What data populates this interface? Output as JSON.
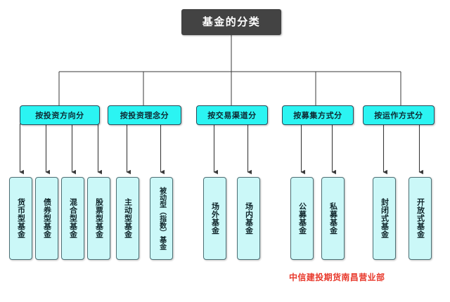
{
  "diagram": {
    "type": "org-chart",
    "root": {
      "label": "基金的分类",
      "fill_color": "#434343",
      "text_color": "#ffffff"
    },
    "category_fill_color": "#2bf4f2",
    "leaf_fill_color": "#cbf8f8",
    "connector_color": "#404040",
    "categories": [
      {
        "label": "按投资方向分",
        "children": [
          {
            "label": "货币型基金"
          },
          {
            "label": "债券型基金"
          },
          {
            "label": "混合型基金"
          },
          {
            "label": "股票型基金"
          }
        ]
      },
      {
        "label": "按投资理念分",
        "children": [
          {
            "label": "主动型基金"
          },
          {
            "label": "被动型（指数）基金"
          }
        ]
      },
      {
        "label": "按交易渠道分",
        "children": [
          {
            "label": "场外基金"
          },
          {
            "label": "场内基金"
          }
        ]
      },
      {
        "label": "按募集方式分",
        "children": [
          {
            "label": "公募基金"
          },
          {
            "label": "私募基金"
          }
        ]
      },
      {
        "label": "按运作方式分",
        "children": [
          {
            "label": "封闭式基金"
          },
          {
            "label": "开放式基金"
          }
        ]
      }
    ]
  },
  "footer": {
    "text": "中信建投期货南昌营业部",
    "color": "#e8392c"
  }
}
